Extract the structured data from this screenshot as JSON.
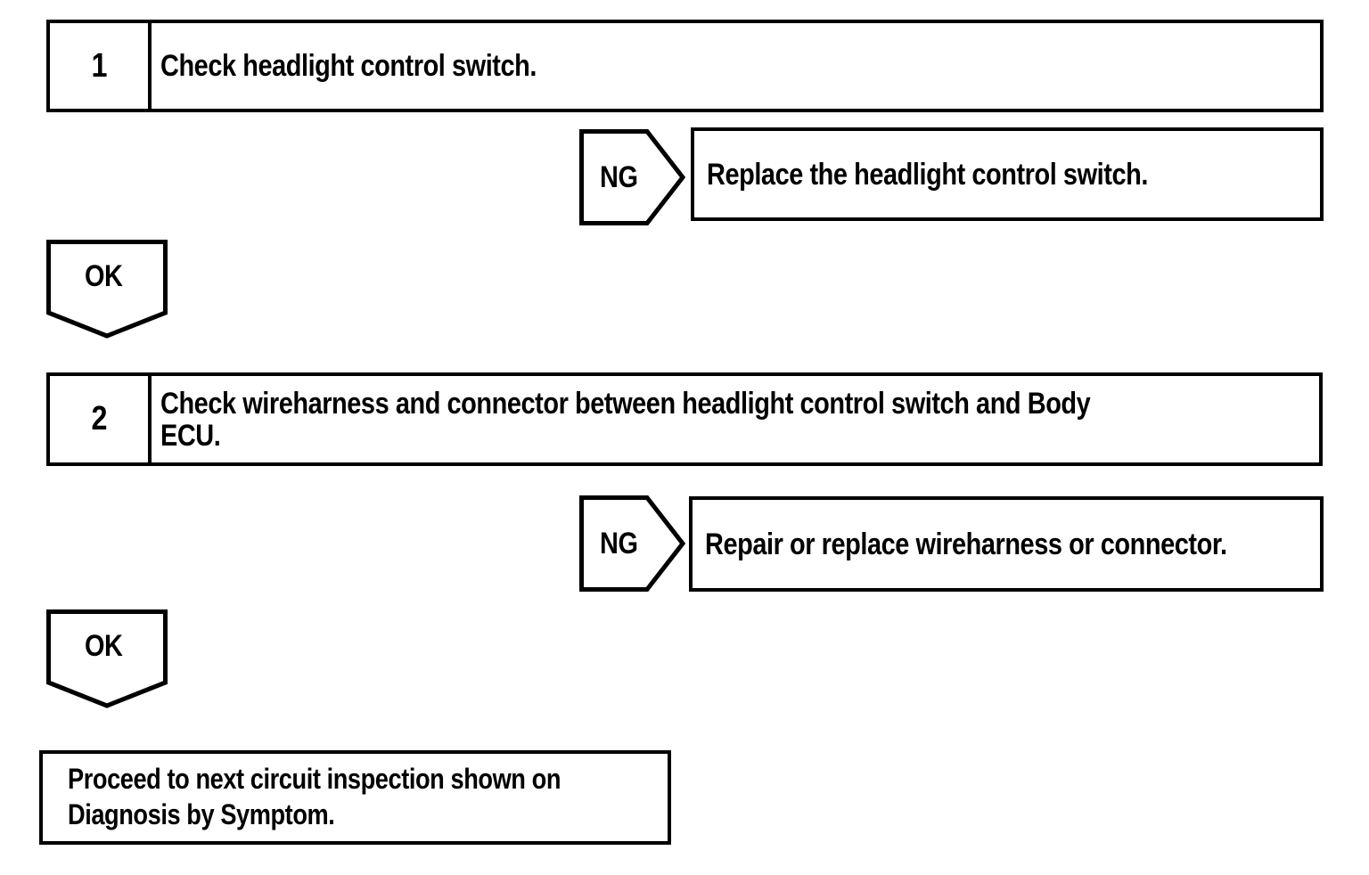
{
  "colors": {
    "ink": "#000000",
    "paper": "#ffffff"
  },
  "flowchart": {
    "steps": [
      {
        "number": "1",
        "instruction": "Check headlight control switch.",
        "ng": {
          "label": "NG",
          "action": "Replace the headlight control switch."
        },
        "ok": {
          "label": "OK"
        }
      },
      {
        "number": "2",
        "instruction": "Check wireharness and connector between headlight control switch and Body\nECU.",
        "ng": {
          "label": "NG",
          "action": "Repair or replace wireharness or connector."
        },
        "ok": {
          "label": "OK"
        }
      }
    ],
    "terminal": {
      "text": "Proceed to next circuit inspection shown on\nDiagnosis by Symptom."
    }
  }
}
